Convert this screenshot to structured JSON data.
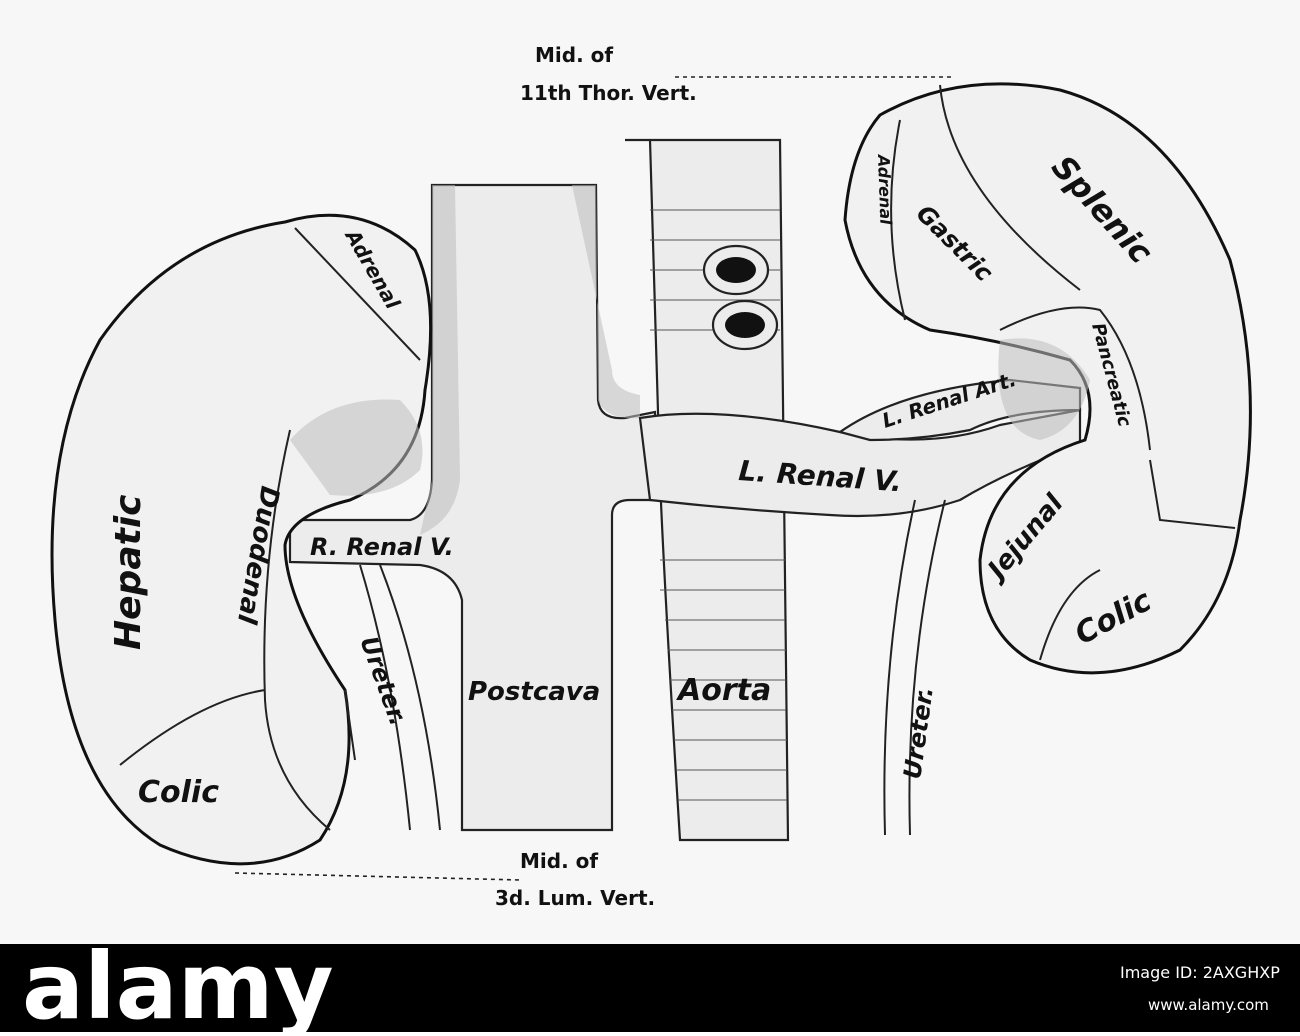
{
  "labels": {
    "mid_top_1": "Mid. of",
    "mid_top_2": "11th Thor. Vert.",
    "mid_bottom_1": "Mid. of",
    "mid_bottom_2": "3d. Lum. Vert.",
    "hepatic": "Hepatic",
    "adrenal_right": "Adrenal",
    "duodenal": "Duodenal",
    "colic_right": "Colic",
    "r_renal_v": "R. Renal V.",
    "ureter_right": "Ureter.",
    "postcava": "Postcava",
    "aorta": "Aorta",
    "l_renal_v": "L. Renal V.",
    "l_renal_art": "L. Renal Art.",
    "splenic": "Splenic",
    "gastric": "Gastric",
    "adrenal_left": "Adrenal",
    "pancreatic": "Pancreatic",
    "jejunal": "Jejunal",
    "colic_left": "Colic",
    "ureter_left": "Ureter."
  },
  "footer": {
    "watermark": "alamy",
    "image_id": "Image ID: 2AXGHXP",
    "url": "www.alamy.com"
  }
}
